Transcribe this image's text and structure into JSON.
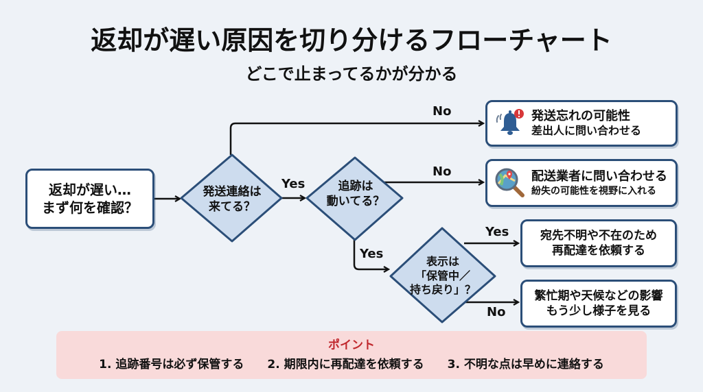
{
  "header": {
    "title": "返却が遅い原因を切り分けるフローチャート",
    "subtitle": "どこで止まってるかが分かる"
  },
  "nodes": {
    "start": {
      "line1": "返却が遅い…",
      "line2": "まず何を確認？"
    },
    "decision_notice": {
      "line1": "発送連絡は",
      "line2": "来てる？"
    },
    "decision_tracking": {
      "line1": "追跡は",
      "line2": "動いてる？"
    },
    "decision_status": {
      "line1": "表示は",
      "line2": "「保管中／",
      "line3": "持ち戻り」？"
    },
    "result_forgot": {
      "icon": "bell-alert-icon",
      "line1": "発送忘れの可能性",
      "line2": "差出人に問い合わせる"
    },
    "result_carrier": {
      "icon": "map-search-icon",
      "line1": "配送業者に問い合わせる",
      "line2": "紛失の可能性を視野に入れる"
    },
    "result_redelivery": {
      "line1": "宛先不明や不在のため",
      "line2": "再配達を依頼する"
    },
    "result_wait": {
      "line1": "繁忙期や天候などの影響",
      "line2": "もう少し様子を見る"
    }
  },
  "edges": {
    "notice_yes": "Yes",
    "notice_no": "No",
    "tracking_no": "No",
    "tracking_yes": "Yes",
    "status_yes": "Yes",
    "status_no": "No"
  },
  "points": {
    "title": "ポイント",
    "items": [
      "1. 追跡番号は必ず保管する",
      "2. 期限内に再配達を依頼する",
      "3. 不明な点は早めに連絡する"
    ]
  },
  "colors": {
    "background": "#eef2f7",
    "border": "#2b4e78",
    "diamond_fill": "#cddcee",
    "points_bg": "#f9dada",
    "points_title": "#c0282d"
  }
}
